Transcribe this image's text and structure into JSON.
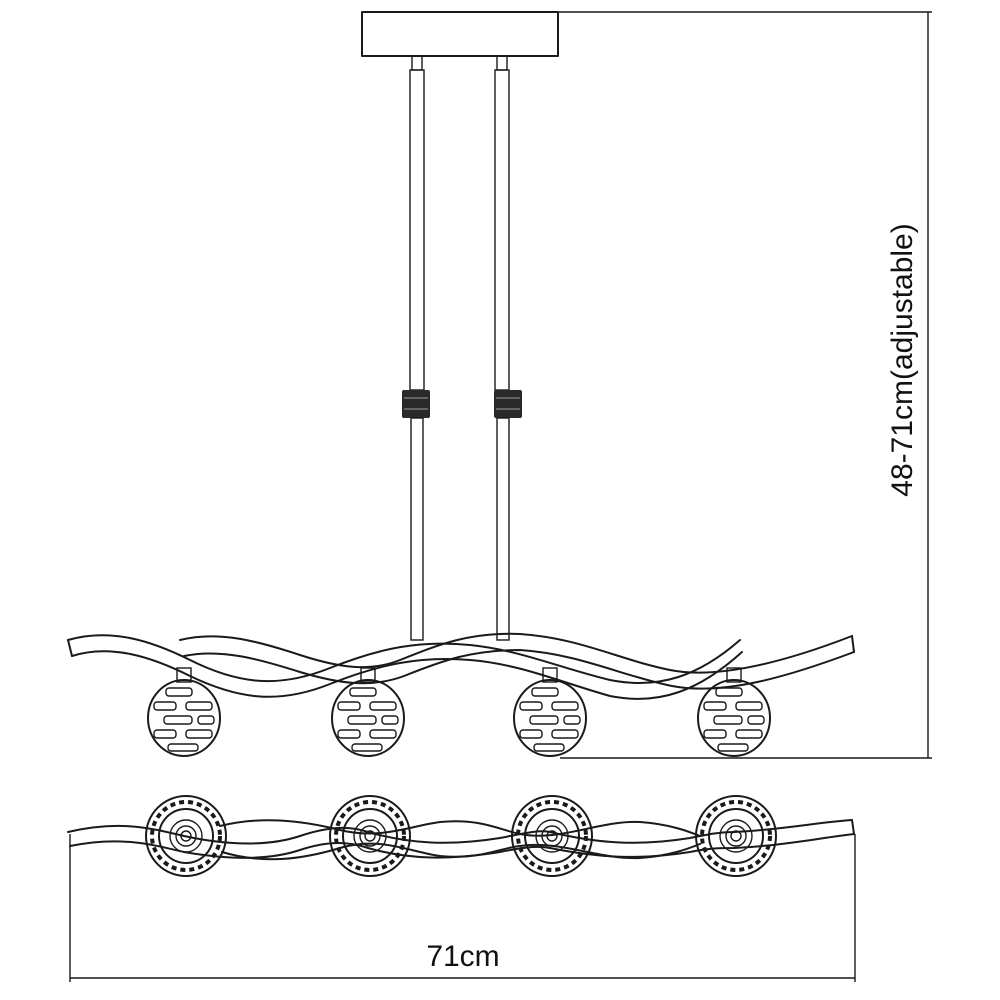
{
  "dimensions": {
    "width_label": "71cm",
    "height_label": "48-71cm(adjustable)"
  },
  "fixture": {
    "lamp_count": 4,
    "rod_count": 2
  },
  "colors": {
    "line": "#1a1a1a",
    "background": "#ffffff",
    "rod_collar": "#2a2a2a"
  }
}
